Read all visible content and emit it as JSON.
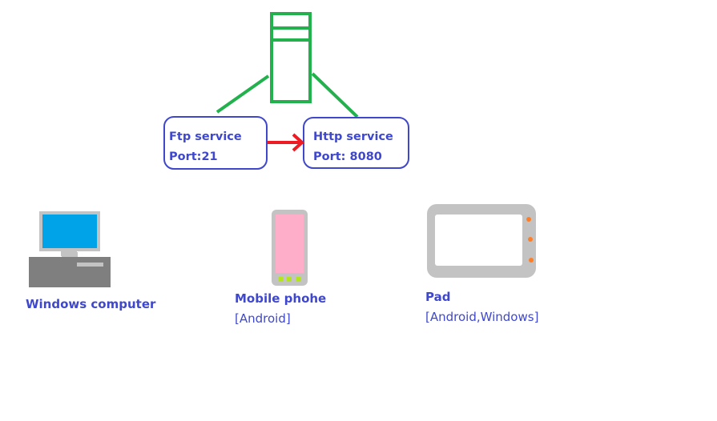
{
  "services": {
    "ftp": {
      "name": "Ftp service",
      "port": "Port:21"
    },
    "http": {
      "name": "Http service",
      "port": "Port: 8080"
    }
  },
  "devices": {
    "windows": {
      "label": "Windows computer"
    },
    "mobile": {
      "label": "Mobile phohe",
      "platform": "[Android]"
    },
    "pad": {
      "label": "Pad",
      "platform": "[Android,Windows]"
    }
  },
  "colors": {
    "server": "#22b14c",
    "service_box": "#3f48cc",
    "label_text": "#3f48cc",
    "arrow": "#ed1c24",
    "monitor_screen": "#00a2e8",
    "device_gray": "#c3c3c3",
    "desktop_tower": "#7f7f7f",
    "phone_screen": "#ffaec9",
    "phone_buttons": "#b5e61d",
    "pad_buttons": "#ff7f27"
  },
  "icons": {
    "server": "server-tower-icon",
    "windows": "desktop-computer-icon",
    "mobile": "mobile-phone-icon",
    "pad": "tablet-icon"
  }
}
